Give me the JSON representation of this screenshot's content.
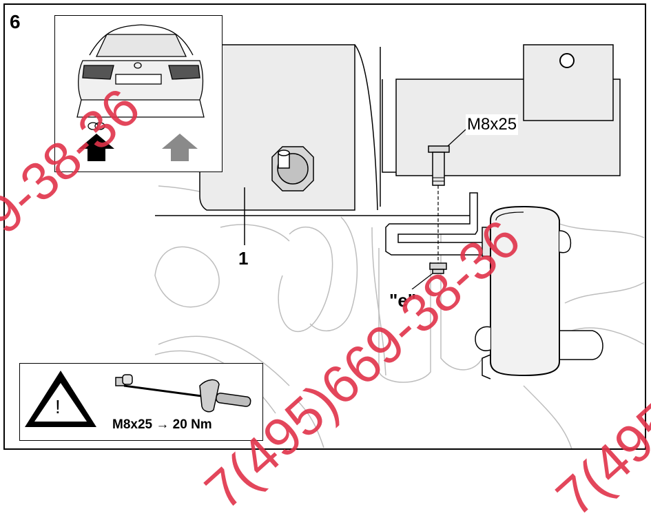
{
  "figure": {
    "step_number": "6",
    "callout_1": "1",
    "bolt_label": "M8x25",
    "nut_label": "\"e\"",
    "torque_spec": "M8x25 → 20 Nm",
    "warning_symbol": "!",
    "inset_icons": [
      "car-rear-icon",
      "black-arrow-up-icon",
      "gray-arrow-up-icon"
    ],
    "colors": {
      "watermark": "#e0334a",
      "active_arrow": "#000000",
      "inactive_arrow": "#8a8a8a",
      "bracket_fill": "#ececec"
    }
  },
  "watermark": {
    "line1": "9-38-36",
    "line2": "7(495)669-38-36",
    "line3": "7(495"
  }
}
